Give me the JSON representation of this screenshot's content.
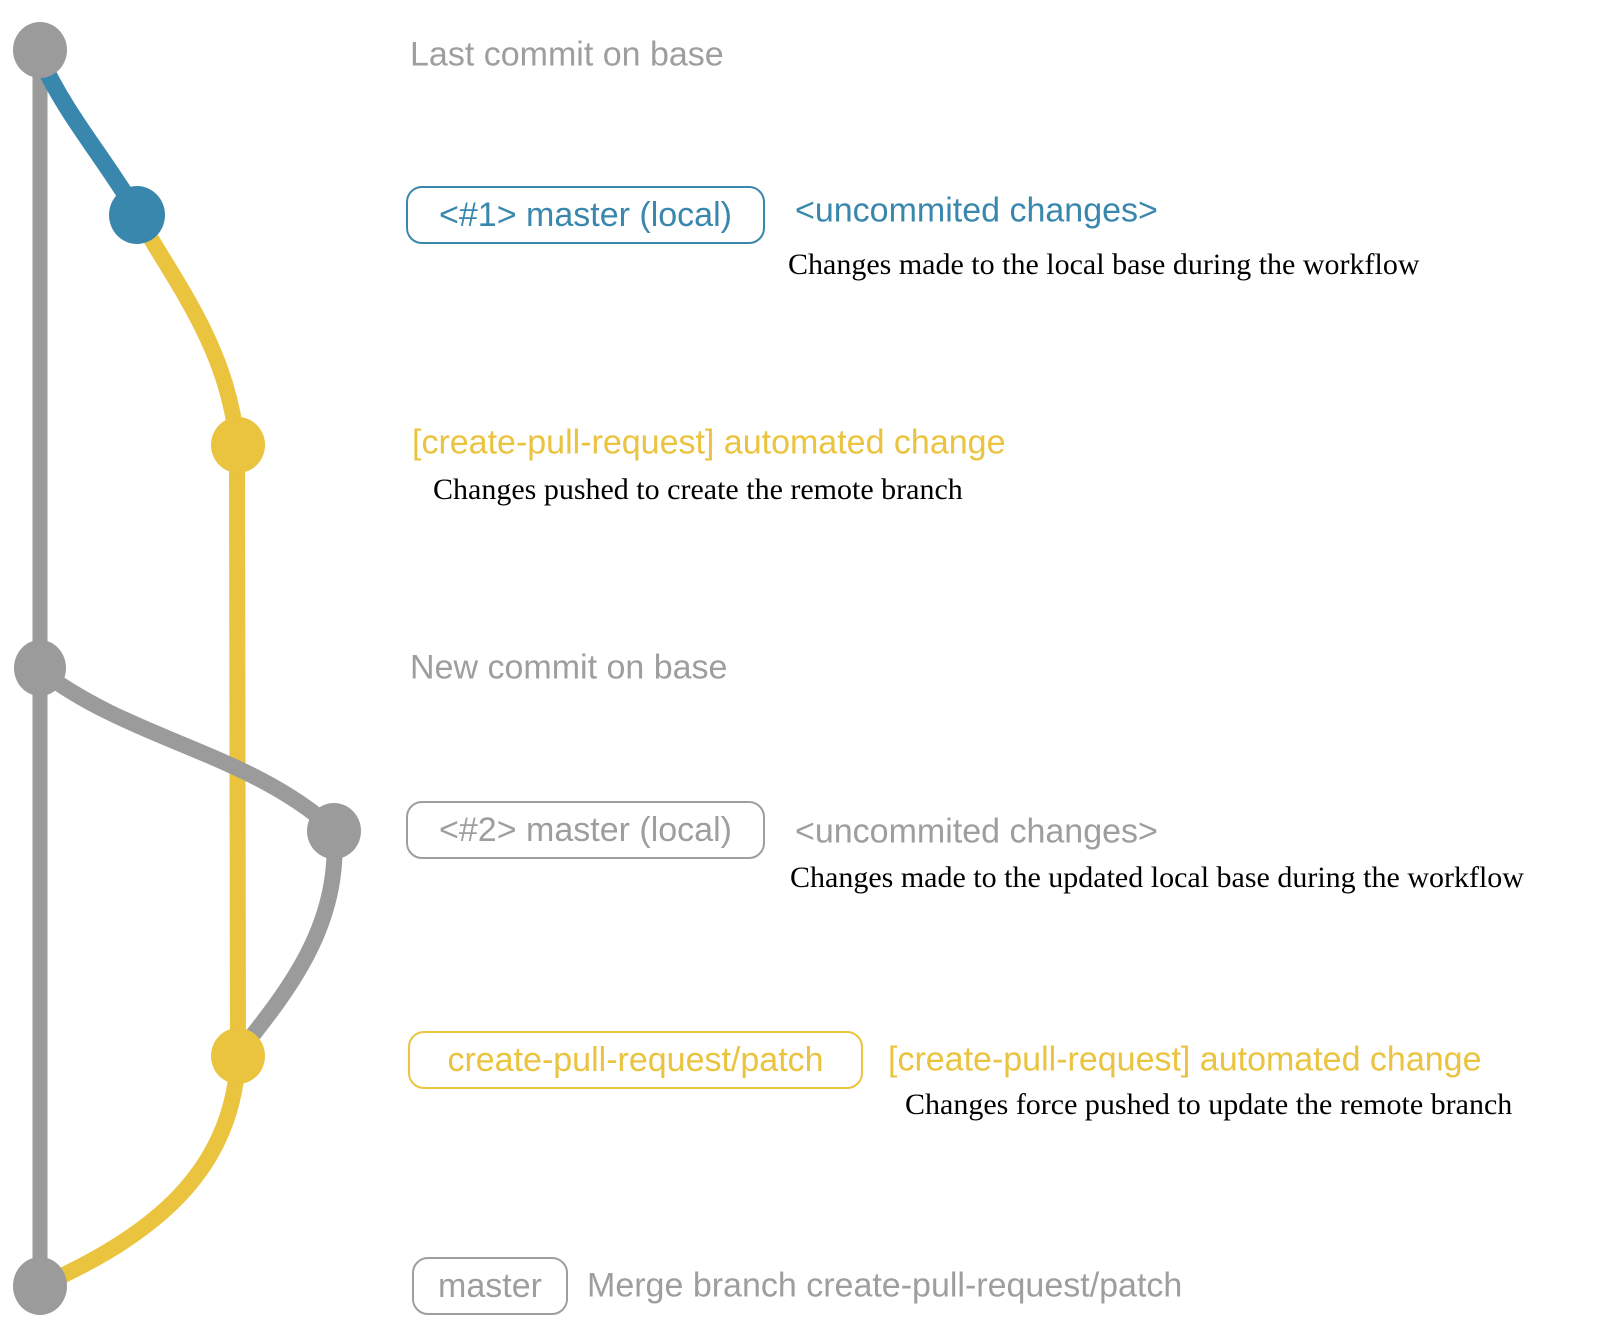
{
  "colors": {
    "base_gray": "#9b9b9b",
    "text_gray": "#9e9e9e",
    "branch_blue": "#3a87ae",
    "branch_yellow": "#eac33f",
    "note_black": "#000000"
  },
  "graph": {
    "rows": {
      "last_commit": {
        "label": "Last commit on base"
      },
      "commit1": {
        "badge": "<#1> master (local)",
        "message": "<uncommited changes>",
        "note": "Changes made to the local base during the workflow"
      },
      "push1": {
        "message": "[create-pull-request] automated change",
        "note": "Changes pushed to create the remote branch"
      },
      "new_commit": {
        "label": "New commit on base"
      },
      "commit2": {
        "badge": "<#2> master (local)",
        "message": "<uncommited changes>",
        "note": "Changes made to the updated local base during the workflow"
      },
      "push2": {
        "badge": "create-pull-request/patch",
        "message": "[create-pull-request] automated change",
        "note": "Changes force pushed to update the remote branch"
      },
      "merge": {
        "badge": "master",
        "message": "Merge branch create-pull-request/patch"
      }
    }
  }
}
